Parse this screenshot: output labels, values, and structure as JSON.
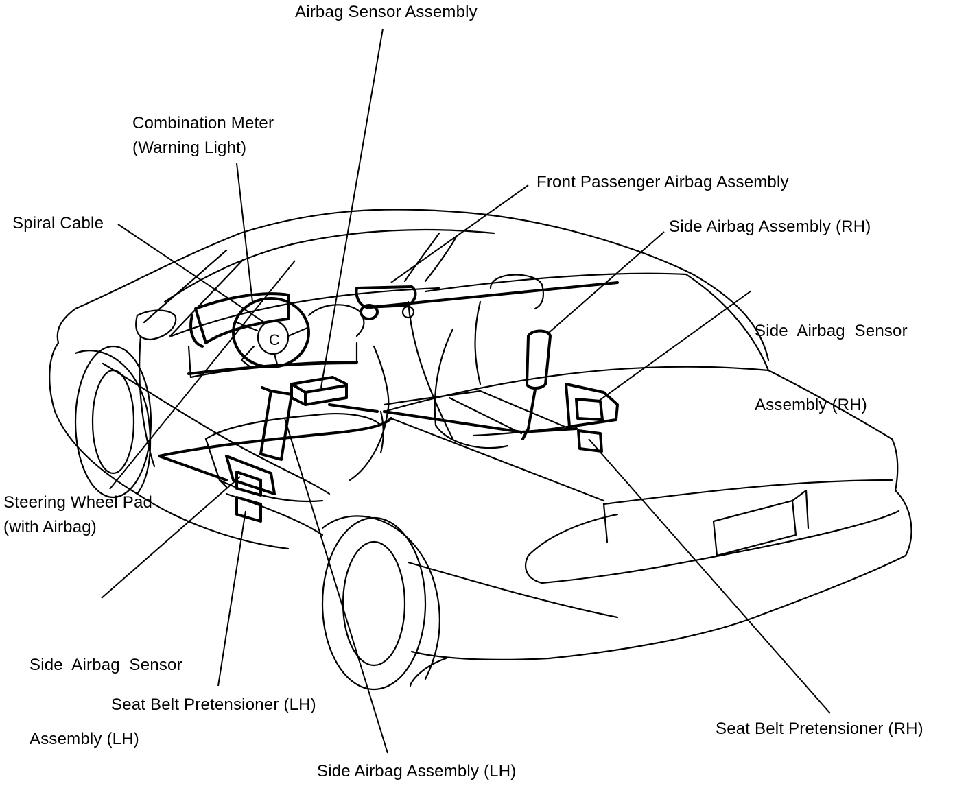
{
  "labels": {
    "airbag_sensor_assembly": "Airbag Sensor Assembly",
    "combination_meter": "Combination Meter",
    "warning_light": "(Warning Light)",
    "front_passenger_airbag": "Front Passenger Airbag Assembly",
    "spiral_cable": "Spiral Cable",
    "side_airbag_rh": "Side Airbag Assembly (RH)",
    "side_airbag_sensor_rh_1": "Side  Airbag  Sensor",
    "side_airbag_sensor_rh_2": "Assembly (RH)",
    "steering_wheel_pad": "Steering Wheel Pad",
    "with_airbag": "(with Airbag)",
    "side_airbag_sensor_lh_1": "Side  Airbag  Sensor",
    "side_airbag_sensor_lh_2": "Assembly (LH)",
    "seat_belt_pretensioner_lh": "Seat Belt Pretensioner (LH)",
    "seat_belt_pretensioner_rh": "Seat Belt Pretensioner (RH)",
    "side_airbag_lh": "Side Airbag Assembly (LH)"
  },
  "steering_mark": "C",
  "colors": {
    "ink": "#000000",
    "paper": "#ffffff"
  }
}
